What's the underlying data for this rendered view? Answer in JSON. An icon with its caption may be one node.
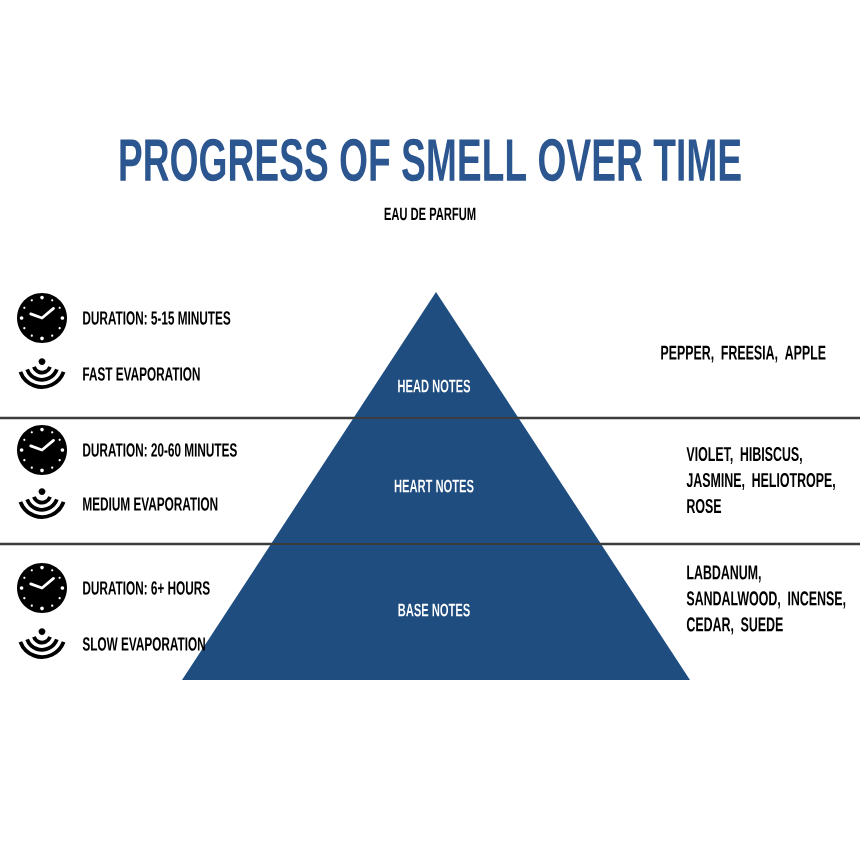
{
  "diagram": {
    "title": "PROGRESS OF SMELL OVER TIME",
    "nodes": [
      {
        "text": [
          "HEAD NOTES"
        ]
      },
      {
        "text": [
          "HEART NOTES"
        ]
      },
      {
        "text": [
          "BASE NOTES"
        ]
      }
    ],
    "labels": [
      "EAU DE PARFUM",
      "DURATION: 5-15 MINUTES",
      "FAST EVAPORATION",
      "PEPPER, FREESIA, APPLE",
      "DURATION: 20-60 MINUTES",
      "MEDIUM EVAPORATION",
      "VIOLET, HIBISCUS, JASMINE, HELIOTROPE, ROSE",
      "DURATION: 6+ HOURS",
      "SLOW EVAPORATION",
      "LABDANUM, SANDALWOOD, INCENSE, CEDAR, SUEDE"
    ]
  }
}
